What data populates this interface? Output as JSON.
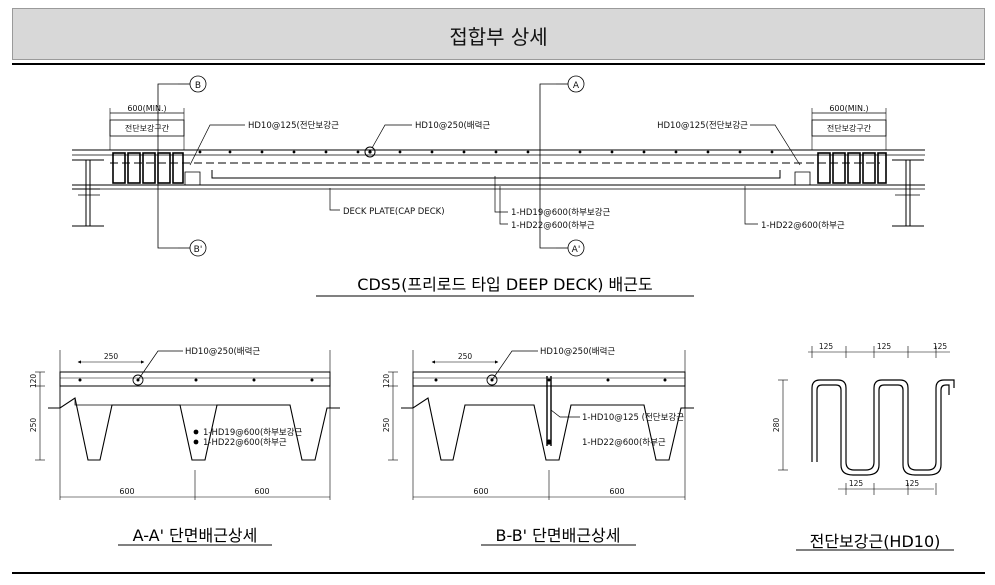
{
  "header": {
    "title": "접합부 상세"
  },
  "elevation": {
    "markers": {
      "b": "B",
      "b_prime": "B'",
      "a": "A",
      "a_prime": "A'"
    },
    "dims": {
      "left_min": "600(MIN.)",
      "right_min": "600(MIN.)"
    },
    "zones": {
      "left": "전단보강구간",
      "right": "전단보강구간"
    },
    "labels": {
      "hd10_125_left": "HD10@125(전단보강근",
      "hd10_250": "HD10@250(배력근",
      "hd10_125_right": "HD10@125(전단보강근",
      "deck_plate": "DECK PLATE(CAP DECK)",
      "hd19": "1-HD19@600(하부보강근",
      "hd22_mid": "1-HD22@600(하부근",
      "hd22_right": "1-HD22@600(하부근"
    },
    "caption": "CDS5(프리로드 타입 DEEP DECK) 배근도"
  },
  "section_a": {
    "hd10_250": "HD10@250(배력근",
    "hd19": "1-HD19@600(하부보강근",
    "hd22": "1-HD22@600(하부근",
    "dim_250_top": "250",
    "dim_120": "120",
    "dim_250_side": "250",
    "dim_600_left": "600",
    "dim_600_right": "600",
    "caption": "A-A' 단면배근상세"
  },
  "section_b": {
    "hd10_250": "HD10@250(배력근",
    "hd10_125": "1-HD10@125 (전단보강근",
    "hd22": "1-HD22@600(하부근",
    "dim_250_top": "250",
    "dim_120": "120",
    "dim_250_side": "250",
    "dim_600_left": "600",
    "dim_600_right": "600",
    "caption": "B-B' 단면배근상세"
  },
  "stirrup": {
    "dim_125_1": "125",
    "dim_125_2": "125",
    "dim_125_3": "125",
    "dim_125_4": "125",
    "dim_125_5": "125",
    "dim_280": "280",
    "caption": "전단보강근(HD10)"
  }
}
